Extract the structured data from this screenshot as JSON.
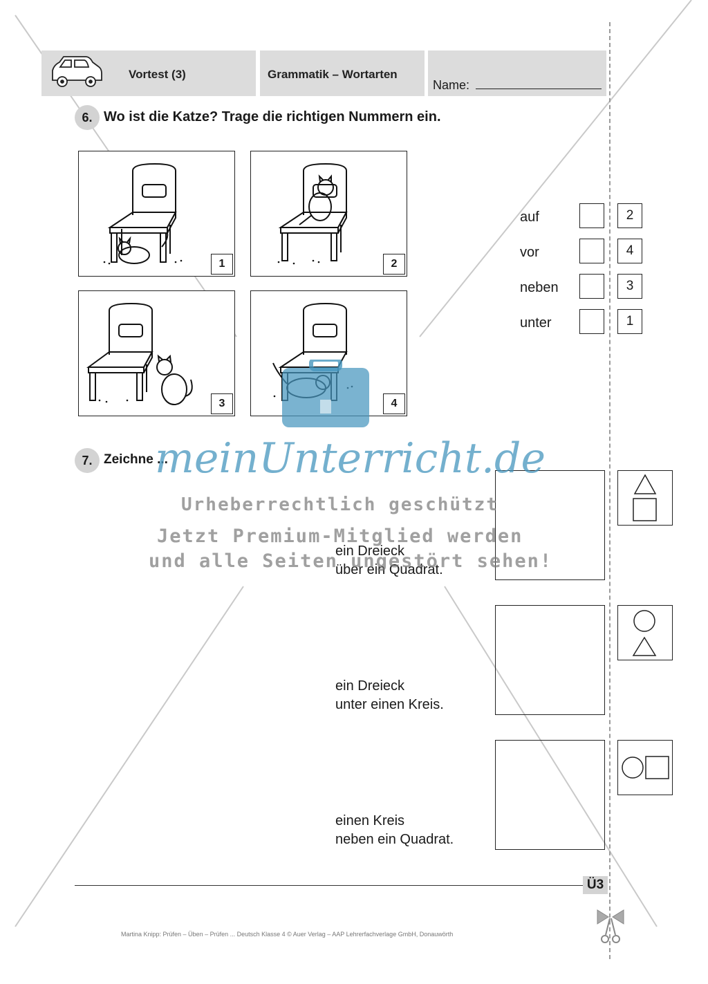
{
  "header": {
    "title": "Vortest (3)",
    "topic": "Grammatik – Wortarten",
    "name_label": "Name:"
  },
  "task6": {
    "number": "6.",
    "instruction": "Wo ist die Katze? Trage die richtigen Nummern ein.",
    "pictures": [
      "1",
      "2",
      "3",
      "4"
    ],
    "words": [
      {
        "word": "auf",
        "answer": "2"
      },
      {
        "word": "vor",
        "answer": "4"
      },
      {
        "word": "neben",
        "answer": "3"
      },
      {
        "word": "unter",
        "answer": "1"
      }
    ]
  },
  "task7": {
    "number": "7.",
    "instruction": "Zeichne ...",
    "items": [
      {
        "line1": "ein Dreieck",
        "line2": "über ein Quadrat."
      },
      {
        "line1": "ein Dreieck",
        "line2": "unter einen Kreis."
      },
      {
        "line1": "einen Kreis",
        "line2": "neben ein Quadrat."
      }
    ]
  },
  "footer": {
    "page_label": "Ü3",
    "credit": "Martina Knipp: Prüfen – Üben – Prüfen ... Deutsch Klasse 4 © Auer Verlag – AAP Lehrerfachverlage GmbH, Donauwörth"
  },
  "watermark": {
    "brand": "meinUnterricht.de",
    "line1": "Urheberrechtlich geschützt",
    "line2": "Jetzt Premium-Mitglied werden",
    "line3": "und alle Seiten ungestört sehen!"
  },
  "colors": {
    "header_bg": "#dcdcdc",
    "badge_bg": "#d3d3d3",
    "watermark_blue": "#4696be"
  }
}
